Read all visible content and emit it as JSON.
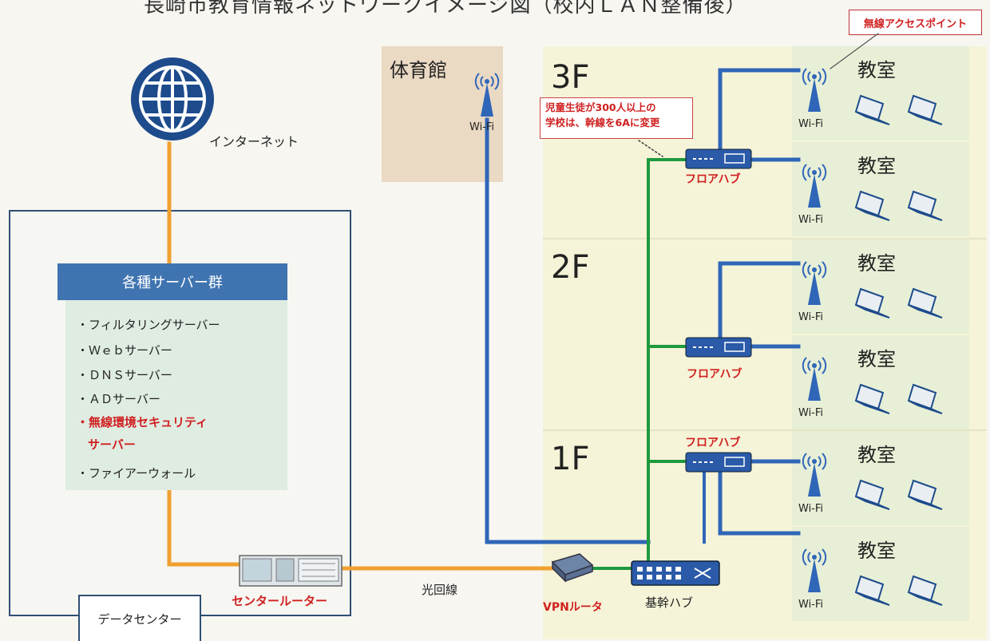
{
  "title": "長崎市教育情報ネットワークイメージ図（校内ＬＡＮ整備後）",
  "callout_ap": "無線アクセスポイント",
  "internet_label": "インターネット",
  "server_group": {
    "heading": "各種サーバー群",
    "items": [
      {
        "text": "・フィルタリングサーバー",
        "highlight": false
      },
      {
        "text": "・Ｗｅｂサーバー",
        "highlight": false
      },
      {
        "text": "・ＤＮＳサーバー",
        "highlight": false
      },
      {
        "text": "・ＡＤサーバー",
        "highlight": false
      },
      {
        "text": "・無線環境セキュリティ",
        "highlight": true
      },
      {
        "text": "サーバー",
        "highlight": true
      },
      {
        "text": "・ファイアーウォール",
        "highlight": false
      }
    ]
  },
  "datacenter_label": "データセンター",
  "center_router_label": "センタールーター",
  "fiber_label": "光回線",
  "vpn_router_label": "VPNルータ",
  "core_hub_label": "基幹ハブ",
  "gym_label": "体育館",
  "wifi_label": "Wi-Fi",
  "floors": [
    "3F",
    "2F",
    "1F"
  ],
  "floor_hub_label": "フロアハブ",
  "room_label": "教室",
  "note_lines": [
    "児童生徒が300人以上の",
    "学校は、幹線を6Aに変更"
  ],
  "colors": {
    "internet_link": "#f0a030",
    "wan_link": "#f0a030",
    "wifi_link": "#2f66b8",
    "backbone": "#1e9a3e",
    "server_header": "#3f74b0",
    "highlight_text": "#d02020"
  }
}
